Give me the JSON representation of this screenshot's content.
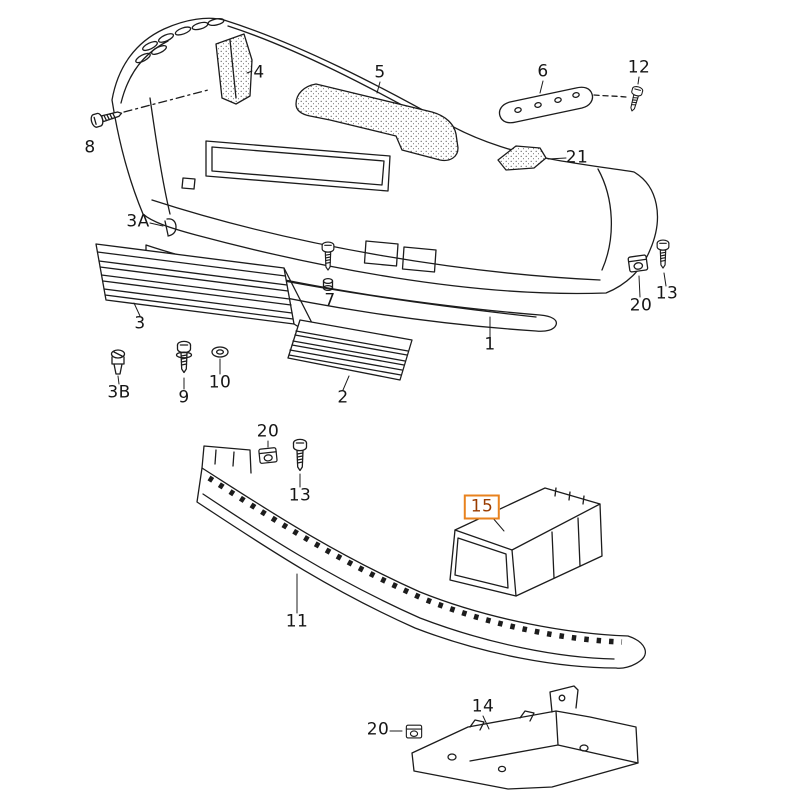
{
  "diagram": {
    "kind": "exploded-parts-diagram",
    "subject": "bumper assembly with grilles, fasteners, lower spoiler, air duct and splash panel",
    "background_color": "#ffffff",
    "line_color": "#1c1c1c",
    "highlighted_part": "15",
    "highlight_box_color": "#e8821e",
    "highlight_text_color": "#9a3c00",
    "labels": [
      {
        "text": "8"
      },
      {
        "text": "4"
      },
      {
        "text": "5"
      },
      {
        "text": "6"
      },
      {
        "text": "12"
      },
      {
        "text": "21"
      },
      {
        "text": "3A"
      },
      {
        "text": "7"
      },
      {
        "text": "3"
      },
      {
        "text": "3B"
      },
      {
        "text": "9"
      },
      {
        "text": "10"
      },
      {
        "text": "2"
      },
      {
        "text": "20"
      },
      {
        "text": "13"
      },
      {
        "text": "1"
      },
      {
        "text": "20"
      },
      {
        "text": "13"
      },
      {
        "text": "15"
      },
      {
        "text": "11"
      },
      {
        "text": "14"
      },
      {
        "text": "20"
      }
    ]
  }
}
